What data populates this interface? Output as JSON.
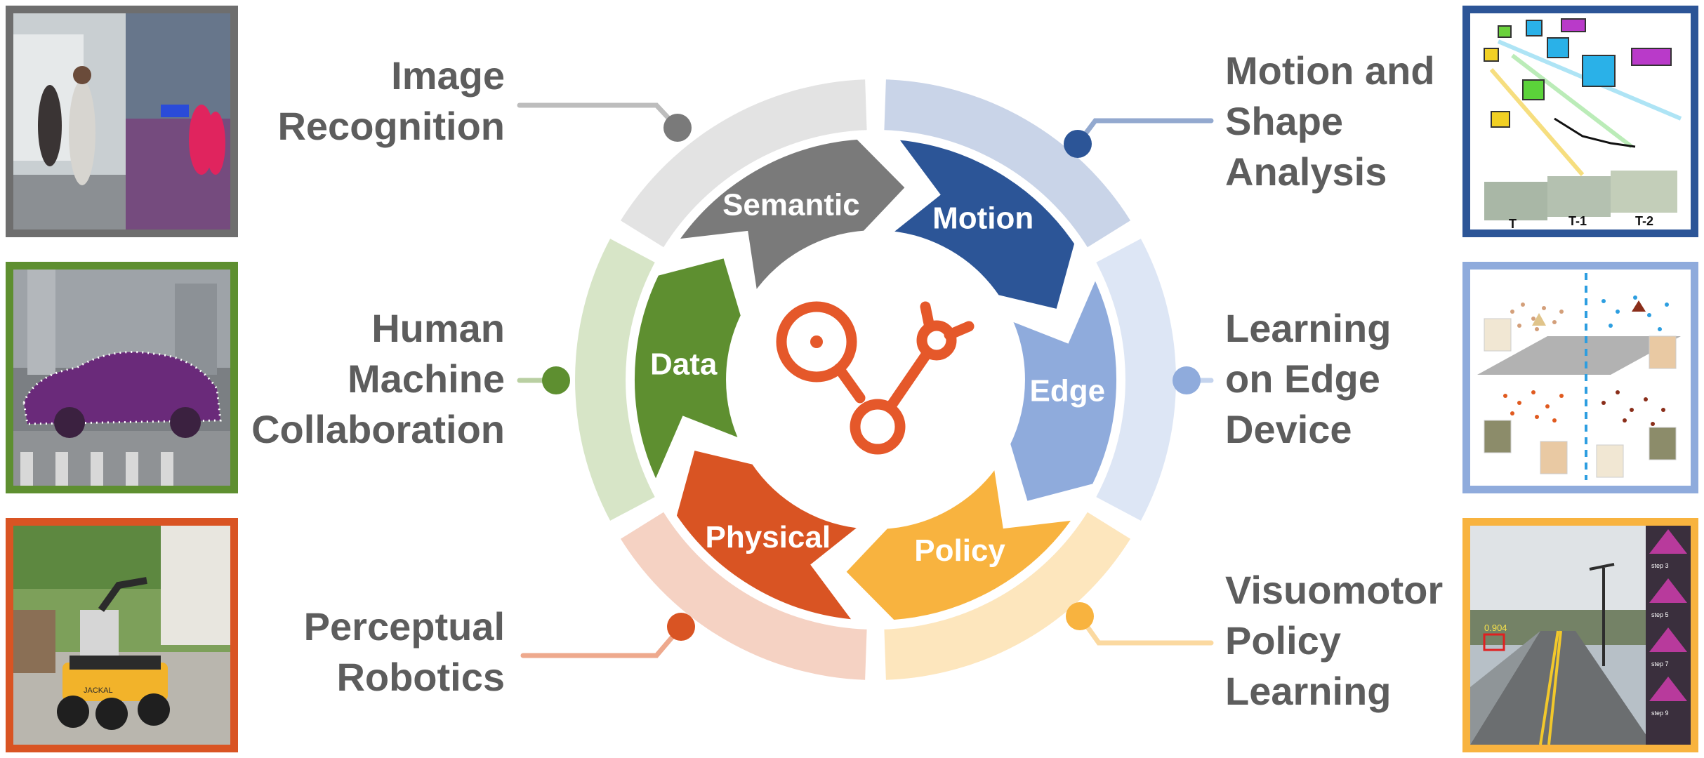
{
  "center": {
    "icon": "network-graph-icon",
    "color": "#e5582a"
  },
  "segments": [
    {
      "key": "semantic",
      "label": "Semantic",
      "color": "#7a7a7a",
      "light": "#e3e3e3"
    },
    {
      "key": "motion",
      "label": "Motion",
      "color": "#2c5597",
      "light": "#c9d4e8"
    },
    {
      "key": "edge",
      "label": "Edge",
      "color": "#8fabdc",
      "light": "#dde6f5"
    },
    {
      "key": "policy",
      "label": "Policy",
      "color": "#f8b33f",
      "light": "#fde6bd"
    },
    {
      "key": "physical",
      "label": "Physical",
      "color": "#d95423",
      "light": "#f5d2c3"
    },
    {
      "key": "data",
      "label": "Data",
      "color": "#5e8f30",
      "light": "#d7e5c7"
    }
  ],
  "topics": {
    "image_recognition": {
      "lines": [
        "Image",
        "Recognition"
      ],
      "color": "#7a7a7a"
    },
    "human_machine": {
      "lines": [
        "Human",
        "Machine",
        "Collaboration"
      ],
      "color": "#5e8f30"
    },
    "perceptual_robotics": {
      "lines": [
        "Perceptual",
        "Robotics"
      ],
      "color": "#d95423"
    },
    "motion_shape": {
      "lines": [
        "Motion and",
        "Shape",
        "Analysis"
      ],
      "color": "#2c5597"
    },
    "learning_edge": {
      "lines": [
        "Learning",
        "on Edge",
        "Device"
      ],
      "color": "#8fabdc"
    },
    "visuomotor": {
      "lines": [
        "Visuomotor",
        "Policy",
        "Learning"
      ],
      "color": "#f8b33f"
    }
  },
  "thumb_text": {
    "motion_frames": [
      "T",
      "T-1",
      "T-2"
    ],
    "policy_score": "0.904",
    "policy_steps": [
      "step 3",
      "step 5",
      "step 7",
      "step 9"
    ],
    "robot_brand": "JACKAL"
  }
}
